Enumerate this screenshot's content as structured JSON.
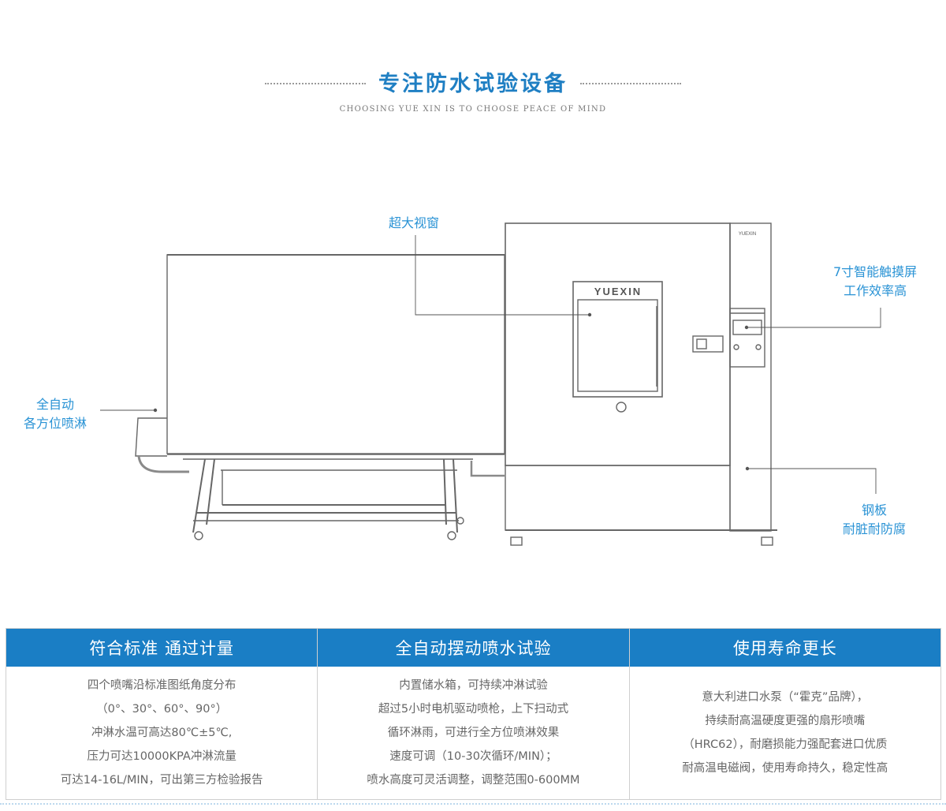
{
  "header": {
    "title": "专注防水试验设备",
    "subtitle": "CHOOSING YUE XIN IS TO CHOOSE PEACE OF MIND"
  },
  "machine": {
    "brand": "YUEXIN"
  },
  "callouts": {
    "window": "超大视窗",
    "touchscreen_line1": "7寸智能触摸屏",
    "touchscreen_line2": "工作效率高",
    "spray_line1": "全自动",
    "spray_line2": "各方位喷淋",
    "steel_line1": "钢板",
    "steel_line2": "耐脏耐防腐"
  },
  "colors": {
    "accent": "#1a7ec5",
    "callout_text": "#2a93d5"
  },
  "features": [
    {
      "heading": "符合标准 通过计量",
      "lines": [
        "四个喷嘴沿标准图纸角度分布",
        "（0°、30°、60°、90°）",
        "冲淋水温可高达80℃±5℃,",
        "压力可达10000KPA冲淋流量",
        "可达14-16L/MIN，可出第三方检验报告"
      ]
    },
    {
      "heading": "全自动摆动喷水试验",
      "lines": [
        "内置储水箱，可持续冲淋试验",
        "超过5小时电机驱动喷枪，上下扫动式",
        "循环淋雨，可进行全方位喷淋效果",
        "速度可调（10-30次循环/MIN）；",
        "喷水高度可灵活调整，调整范围0-600MM"
      ]
    },
    {
      "heading": "使用寿命更长",
      "lines": [
        "意大利进口水泵（“霍克”品牌），",
        "持续耐高温硬度更强的扇形喷嘴",
        "（HRC62），耐磨损能力强配套进口优质",
        "耐高温电磁阀，使用寿命持久，稳定性高"
      ]
    }
  ]
}
